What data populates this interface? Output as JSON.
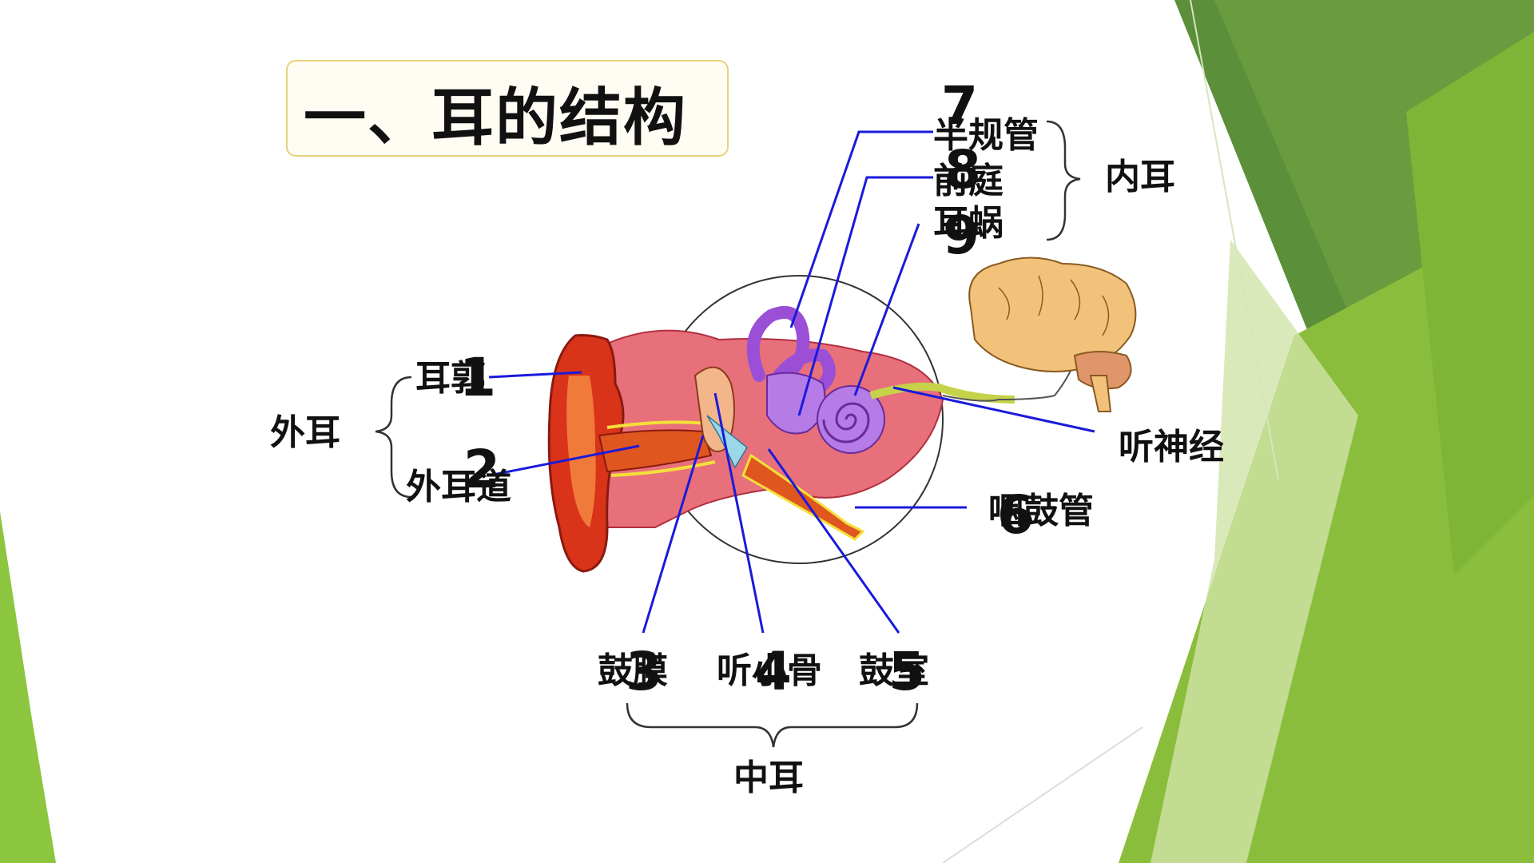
{
  "title": "一、耳的结构",
  "outer_ear": {
    "group_label": "外耳",
    "pinna": {
      "label": "耳郭",
      "number": "1"
    },
    "ear_canal": {
      "label": "外耳道",
      "number": "2"
    }
  },
  "middle_ear": {
    "group_label": "中耳",
    "eardrum": {
      "label": "鼓膜",
      "number": "3"
    },
    "ossicles": {
      "label": "听小骨",
      "number": "4"
    },
    "tympanic_cavity": {
      "label": "鼓室",
      "number": "5"
    }
  },
  "eustachian_tube": {
    "label": "咽鼓管",
    "number": "6"
  },
  "inner_ear": {
    "group_label": "内耳",
    "semicircular_canals": {
      "label": "半规管",
      "number": "7"
    },
    "vestibule": {
      "label": "前庭",
      "number": "8"
    },
    "cochlea": {
      "label": "耳蜗",
      "number": "9"
    }
  },
  "auditory_nerve": {
    "label": "听神经"
  },
  "colors": {
    "leader_line": "#1a1adb",
    "green_dark": "#4e8a2e",
    "green_light": "#8cc63f",
    "ear_red": "#d9331a",
    "inner_ear_purple": "#b57be6",
    "tissue_pink": "#e8707a",
    "brain": "#f2c27b"
  },
  "icons": [
    "ear-cross-section-illustration",
    "brain-illustration"
  ]
}
